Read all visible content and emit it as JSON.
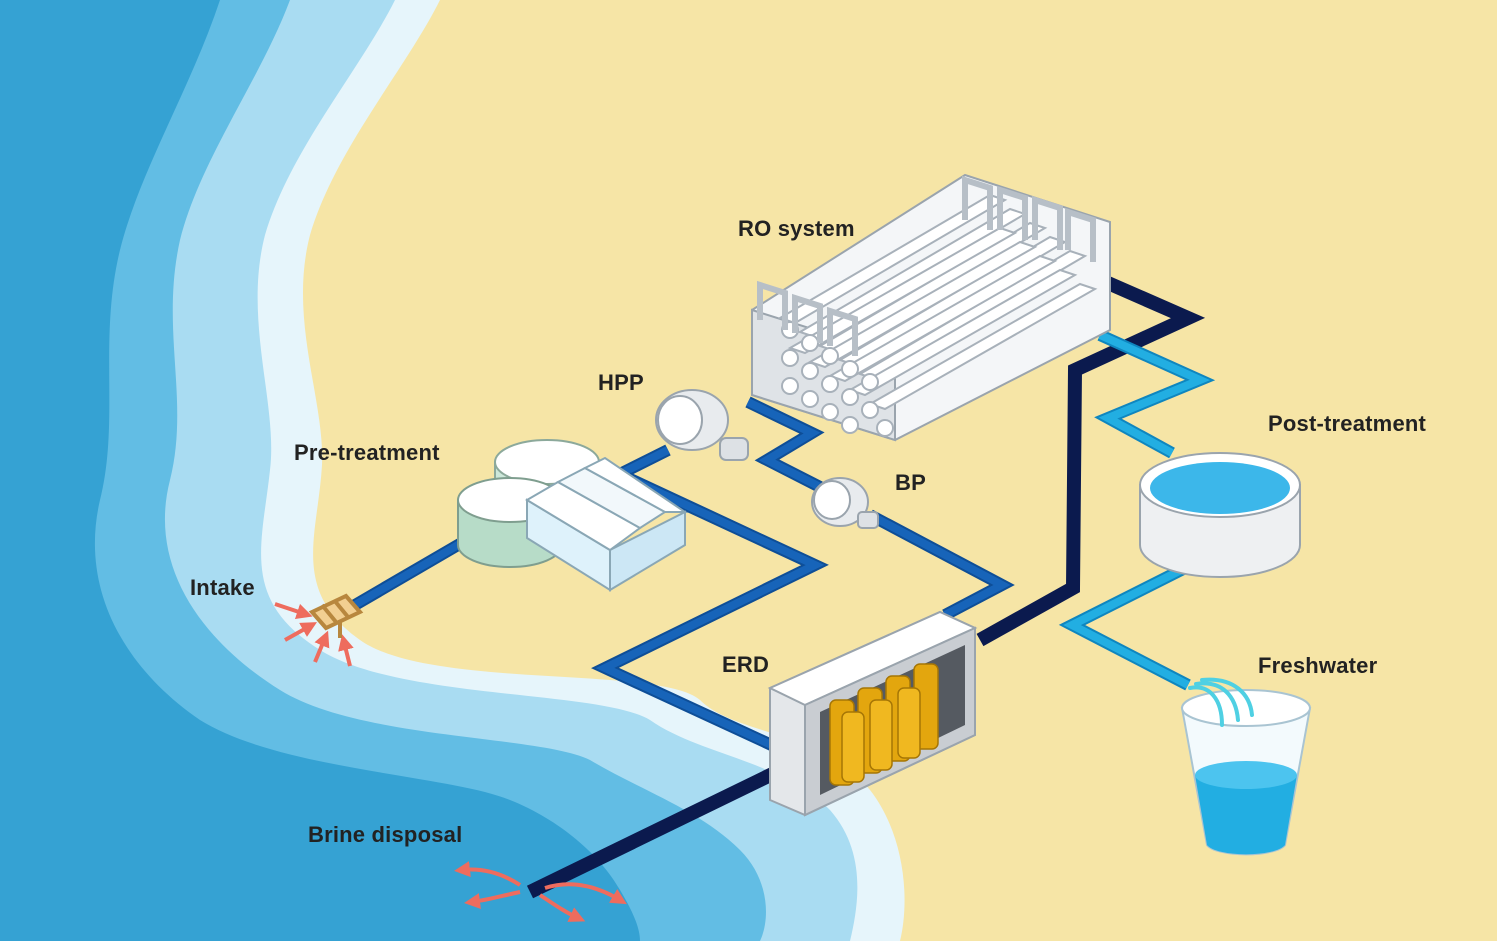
{
  "labels": {
    "ro_system": "RO system",
    "hpp": "HPP",
    "pre_treatment": "Pre-treatment",
    "bp": "BP",
    "post_treatment": "Post-treatment",
    "intake": "Intake",
    "erd": "ERD",
    "freshwater": "Freshwater",
    "brine_disposal": "Brine disposal"
  },
  "colors": {
    "sand": "#f6e5a6",
    "sea_deep": "#35a2d3",
    "sea_mid": "#62bde4",
    "sea_light": "#a9dcf2",
    "foam": "#e6f5fb",
    "seawater_pipe": "#1764b9",
    "brine_pipe": "#0b1a4e",
    "fresh_pipe": "#22aee2",
    "flow_arrow": "#ee6c5e",
    "water": "#3cb7ea",
    "membrane": "#e3a60e"
  }
}
